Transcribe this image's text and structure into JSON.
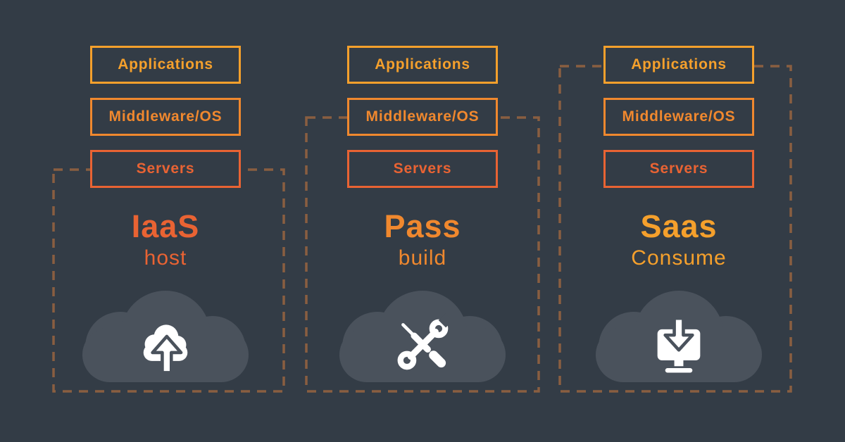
{
  "canvas": {
    "background": "#333C46",
    "cloud_color": "#4A525C",
    "boundary_dash_color": "#8A5E40",
    "icon_color": "#FFFFFF"
  },
  "columns": [
    {
      "title": "IaaS",
      "subtitle": "host",
      "title_color": "#E96333",
      "icon": "cloud-upload-icon",
      "layers": [
        {
          "label": "Applications",
          "color": "#F5A02C"
        },
        {
          "label": "Middleware/OS",
          "color": "#F0882E"
        },
        {
          "label": "Servers",
          "color": "#E96333"
        }
      ]
    },
    {
      "title": "Pass",
      "subtitle": "build",
      "title_color": "#F0882E",
      "icon": "tools-icon",
      "layers": [
        {
          "label": "Applications",
          "color": "#F5A02C"
        },
        {
          "label": "Middleware/OS",
          "color": "#F0882E"
        },
        {
          "label": "Servers",
          "color": "#E96333"
        }
      ]
    },
    {
      "title": "Saas",
      "subtitle": "Consume",
      "title_color": "#F5A02C",
      "icon": "monitor-download-icon",
      "layers": [
        {
          "label": "Applications",
          "color": "#F5A02C"
        },
        {
          "label": "Middleware/OS",
          "color": "#F0882E"
        },
        {
          "label": "Servers",
          "color": "#E96333"
        }
      ]
    }
  ]
}
